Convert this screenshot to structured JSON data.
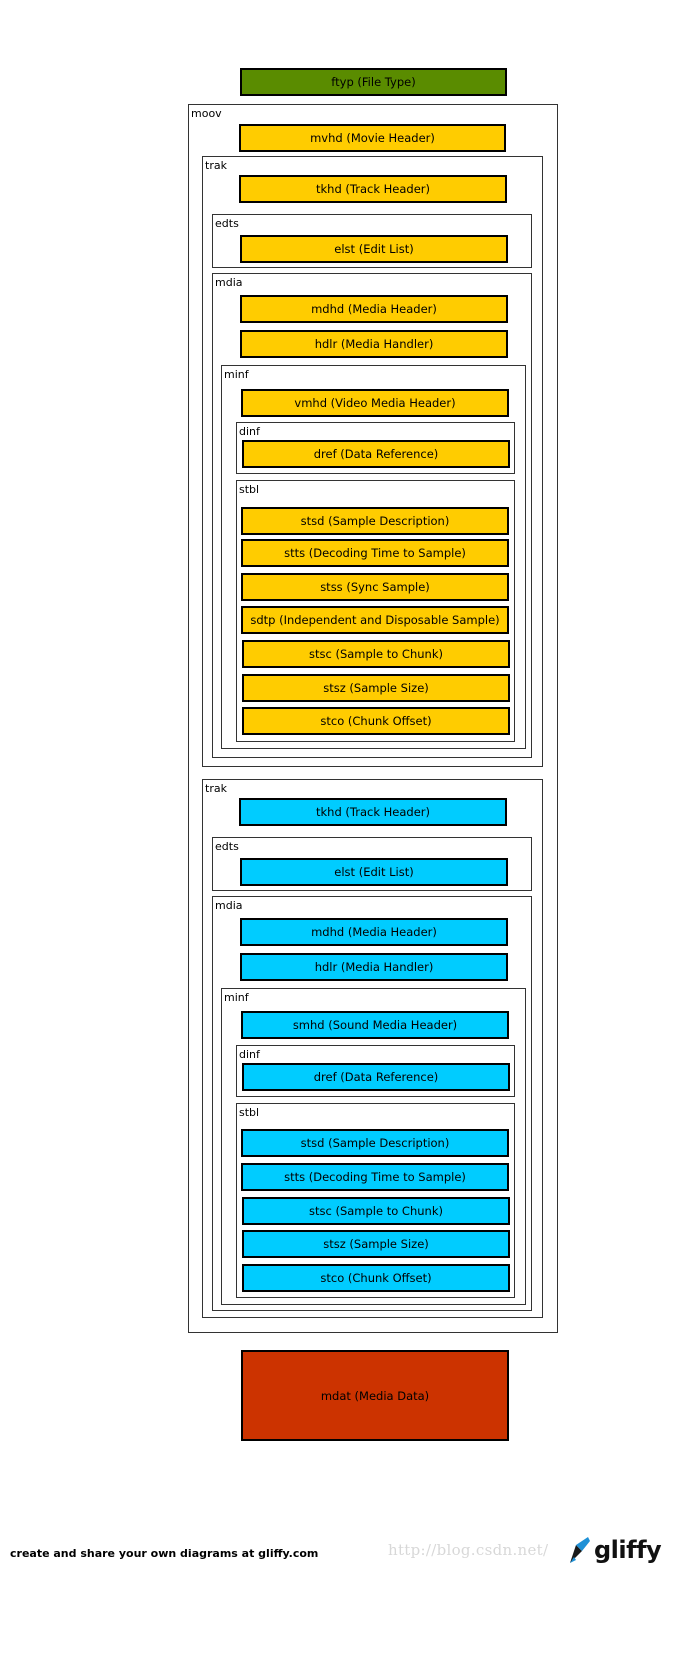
{
  "colors": {
    "ftyp": "#5a8c00",
    "track1": "#ffcc00",
    "track2": "#00ccff",
    "mdat": "#cc3300"
  },
  "ftyp": {
    "label": "ftyp (File Type)"
  },
  "moov": {
    "label": "moov",
    "mvhd": "mvhd (Movie Header)",
    "trak1": {
      "label": "trak",
      "tkhd": "tkhd (Track Header)",
      "edts": {
        "label": "edts",
        "elst": "elst (Edit List)"
      },
      "mdia": {
        "label": "mdia",
        "mdhd": "mdhd (Media Header)",
        "hdlr": "hdlr (Media Handler)",
        "minf": {
          "label": "minf",
          "header": "vmhd (Video Media Header)",
          "dinf": {
            "label": "dinf",
            "dref": "dref (Data Reference)"
          },
          "stbl": {
            "label": "stbl",
            "items": [
              "stsd (Sample Description)",
              "stts (Decoding Time to Sample)",
              "stss (Sync Sample)",
              "sdtp (Independent and Disposable Sample)",
              "stsc (Sample to Chunk)",
              "stsz (Sample Size)",
              "stco (Chunk Offset)"
            ]
          }
        }
      }
    },
    "trak2": {
      "label": "trak",
      "tkhd": "tkhd (Track Header)",
      "edts": {
        "label": "edts",
        "elst": "elst (Edit List)"
      },
      "mdia": {
        "label": "mdia",
        "mdhd": "mdhd (Media Header)",
        "hdlr": "hdlr (Media Handler)",
        "minf": {
          "label": "minf",
          "header": "smhd (Sound Media Header)",
          "dinf": {
            "label": "dinf",
            "dref": "dref (Data Reference)"
          },
          "stbl": {
            "label": "stbl",
            "items": [
              "stsd (Sample Description)",
              "stts (Decoding Time to Sample)",
              "stsc (Sample to Chunk)",
              "stsz (Sample Size)",
              "stco (Chunk Offset)"
            ]
          }
        }
      }
    }
  },
  "mdat": {
    "label": "mdat (Media Data)"
  },
  "footer": {
    "text": "create and share your own diagrams at gliffy.com",
    "watermark": "http://blog.csdn.net/",
    "brand": "gliffy"
  }
}
